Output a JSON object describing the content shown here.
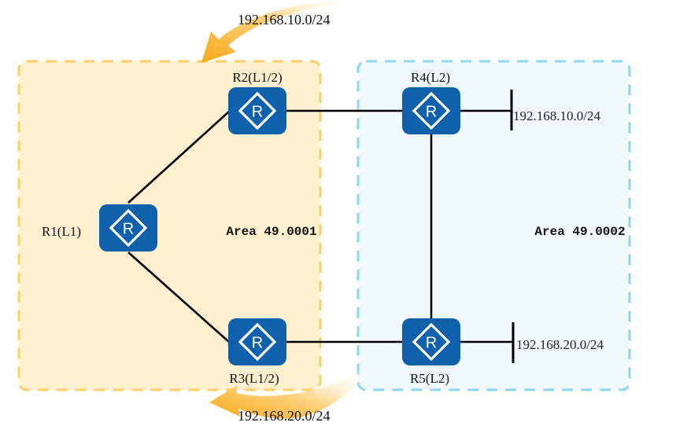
{
  "diagram": {
    "areas": [
      {
        "id": "area1",
        "label": "Area 49.0001",
        "fill": "#FFF1CF",
        "border": "#FFCC66"
      },
      {
        "id": "area2",
        "label": "Area 49.0002",
        "fill": "#F2F9FD",
        "border": "#8CD6F2"
      }
    ],
    "routers": [
      {
        "id": "R1",
        "label": "R1(L1)",
        "area": "area1"
      },
      {
        "id": "R2",
        "label": "R2(L1/2)",
        "area": "area1"
      },
      {
        "id": "R3",
        "label": "R3(L1/2)",
        "area": "area1"
      },
      {
        "id": "R4",
        "label": "R4(L2)",
        "area": "area2"
      },
      {
        "id": "R5",
        "label": "R5(L2)",
        "area": "area2"
      }
    ],
    "links": [
      {
        "from": "R1",
        "to": "R2"
      },
      {
        "from": "R1",
        "to": "R3"
      },
      {
        "from": "R2",
        "to": "R4"
      },
      {
        "from": "R3",
        "to": "R5"
      },
      {
        "from": "R4",
        "to": "R5"
      }
    ],
    "networks": [
      {
        "router": "R4",
        "label": "192.168.10.0/24"
      },
      {
        "router": "R5",
        "label": "192.168.20.0/24"
      }
    ],
    "route_arrows": [
      {
        "label": "192.168.10.0/24",
        "direction": "into area 49.0001 (top)"
      },
      {
        "label": "192.168.20.0/24",
        "direction": "into area 49.0001 (bottom)"
      }
    ],
    "router_icon_color": "#1061AB",
    "arrow_color": "#F8A81B"
  }
}
